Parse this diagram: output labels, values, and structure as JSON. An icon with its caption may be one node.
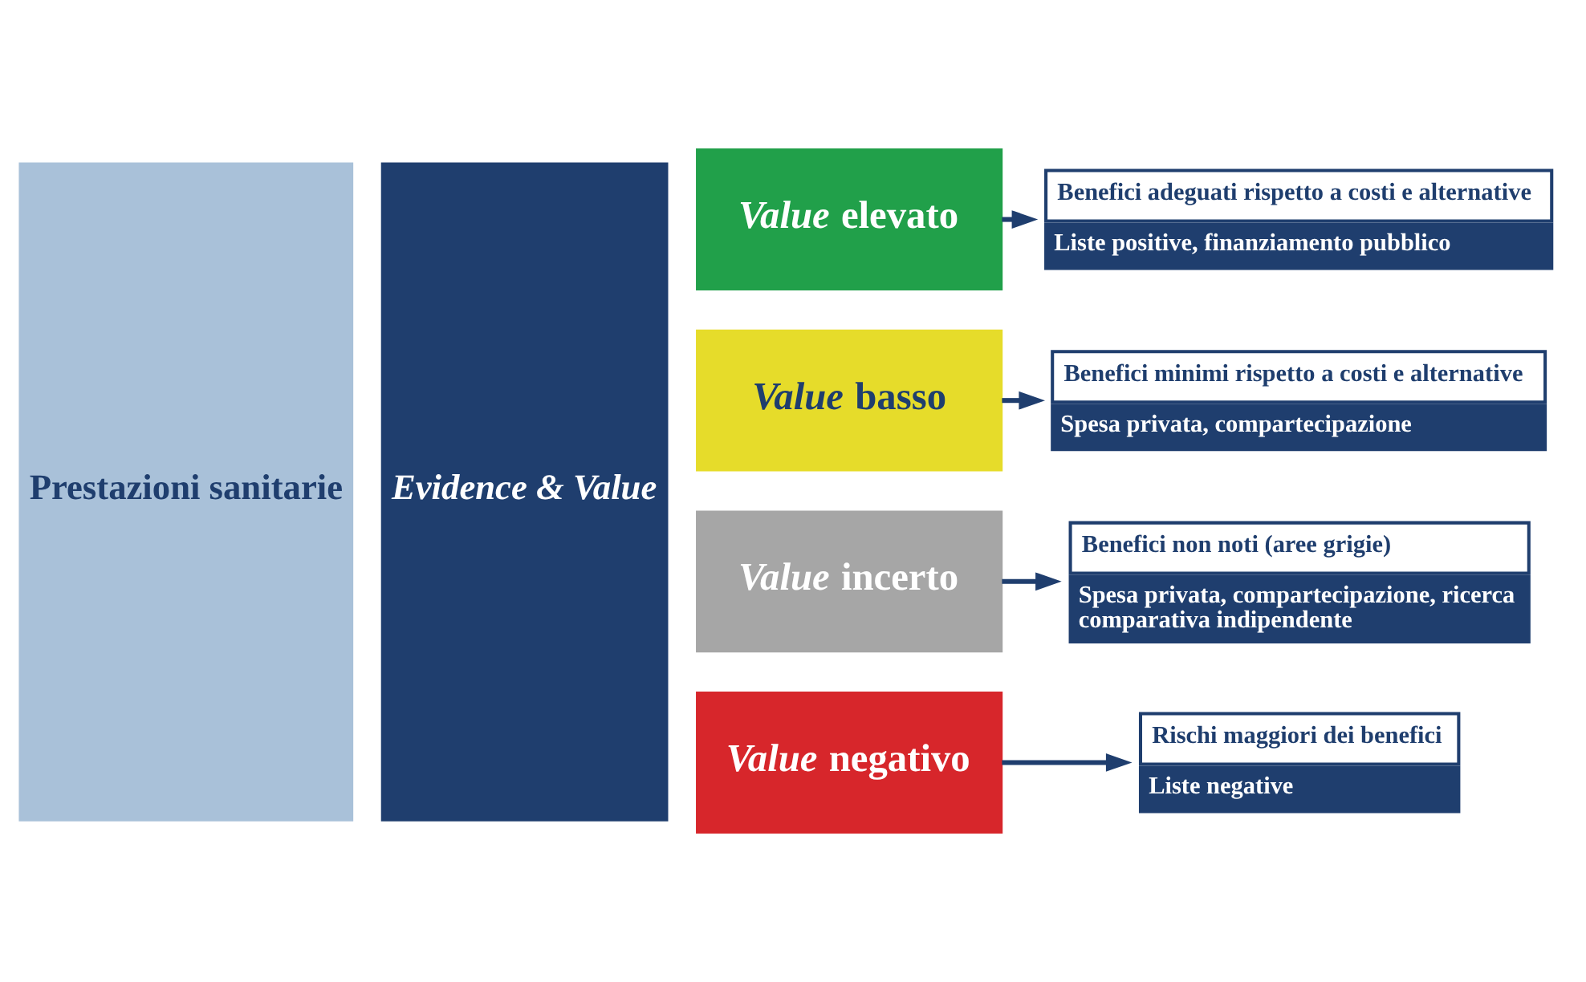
{
  "diagram": {
    "nodes": [
      {
        "text": [
          "Prestazioni sanitarie"
        ]
      },
      {
        "text": [
          "*Evidence & Value*"
        ]
      },
      {
        "text": [
          "*Value* elevato"
        ]
      },
      {
        "text": [
          "Benefici adeguati rispetto a costi e alternative",
          "Liste positive, finanziamento pubblico"
        ]
      },
      {
        "text": [
          "*Value* basso"
        ]
      },
      {
        "text": [
          "Benefici minimi rispetto a costi e alternative",
          "Spesa privata, compartecipazione"
        ]
      },
      {
        "text": [
          "*Value* incerto"
        ]
      },
      {
        "text": [
          "Benefici non noti (aree grigie)",
          "Spesa privata, compartecipazione, ricerca comparativa indipendente"
        ]
      },
      {
        "text": [
          "*Value* negativo"
        ]
      },
      {
        "text": [
          "Rischi maggiori dei benefici",
          "Liste negative"
        ]
      }
    ],
    "edges": [
      {
        "from": 2,
        "to": 3,
        "arrow": "to"
      },
      {
        "from": 4,
        "to": 5,
        "arrow": "to"
      },
      {
        "from": 6,
        "to": 7,
        "arrow": "to"
      },
      {
        "from": 8,
        "to": 9,
        "arrow": "to"
      }
    ]
  }
}
